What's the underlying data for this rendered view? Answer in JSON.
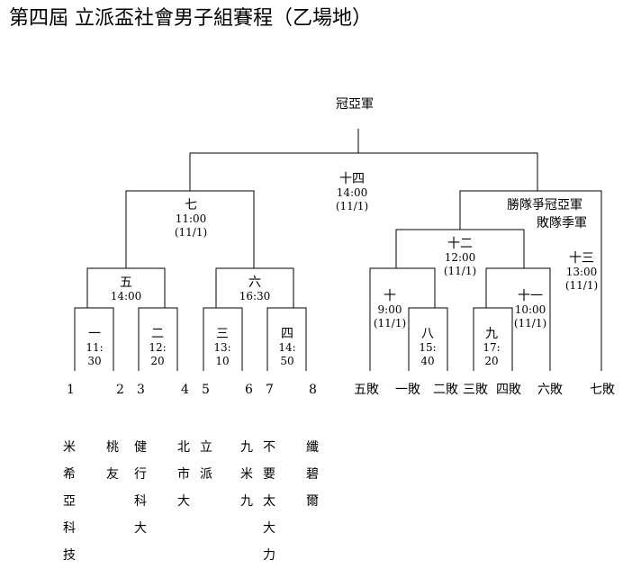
{
  "title": "第四屆  立派盃社會男子組賽程（乙場地）",
  "champion": "冠亞軍",
  "winner_note": "勝隊爭冠亞軍",
  "loser_note": "敗隊季軍",
  "matches": {
    "m1": {
      "label": "一",
      "time": "11:\n30"
    },
    "m2": {
      "label": "二",
      "time": "12:\n20"
    },
    "m3": {
      "label": "三",
      "time": "13:\n10"
    },
    "m4": {
      "label": "四",
      "time": "14:\n50"
    },
    "m5": {
      "label": "五",
      "time": "14:00"
    },
    "m6": {
      "label": "六",
      "time": "16:30"
    },
    "m7": {
      "label": "七",
      "time": "11:00",
      "date": "(11/1)"
    },
    "m8": {
      "label": "八",
      "time": "15:\n40"
    },
    "m9": {
      "label": "九",
      "time": "17:\n20"
    },
    "m10": {
      "label": "十",
      "time": "9:00",
      "date": "(11/1)"
    },
    "m11": {
      "label": "十一",
      "time": "10:00",
      "date": "(11/1)"
    },
    "m12": {
      "label": "十二",
      "time": "12:00",
      "date": "(11/1)"
    },
    "m13": {
      "label": "十三",
      "time": "13:00",
      "date": "(11/1)"
    },
    "m14": {
      "label": "十四",
      "time": "14:00",
      "date": "(11/1)"
    }
  },
  "slots": [
    "1",
    "2",
    "3",
    "4",
    "5",
    "6",
    "7",
    "8"
  ],
  "loser_slots": [
    "五敗",
    "一敗",
    "二敗",
    "三敗",
    "四敗",
    "六敗",
    "七敗"
  ],
  "teams": [
    {
      "slot": "1",
      "name": "米\n希\n亞\n科\n技"
    },
    {
      "slot": "2",
      "name": "桃\n友"
    },
    {
      "slot": "3",
      "name": "健\n行\n科\n大"
    },
    {
      "slot": "4",
      "name": "北\n市\n大"
    },
    {
      "slot": "5",
      "name": "立\n派"
    },
    {
      "slot": "6",
      "name": "九\n米\n九"
    },
    {
      "slot": "7",
      "name": "不\n要\n太\n大\n力"
    },
    {
      "slot": "8",
      "name": "纖\n碧\n爾"
    }
  ]
}
